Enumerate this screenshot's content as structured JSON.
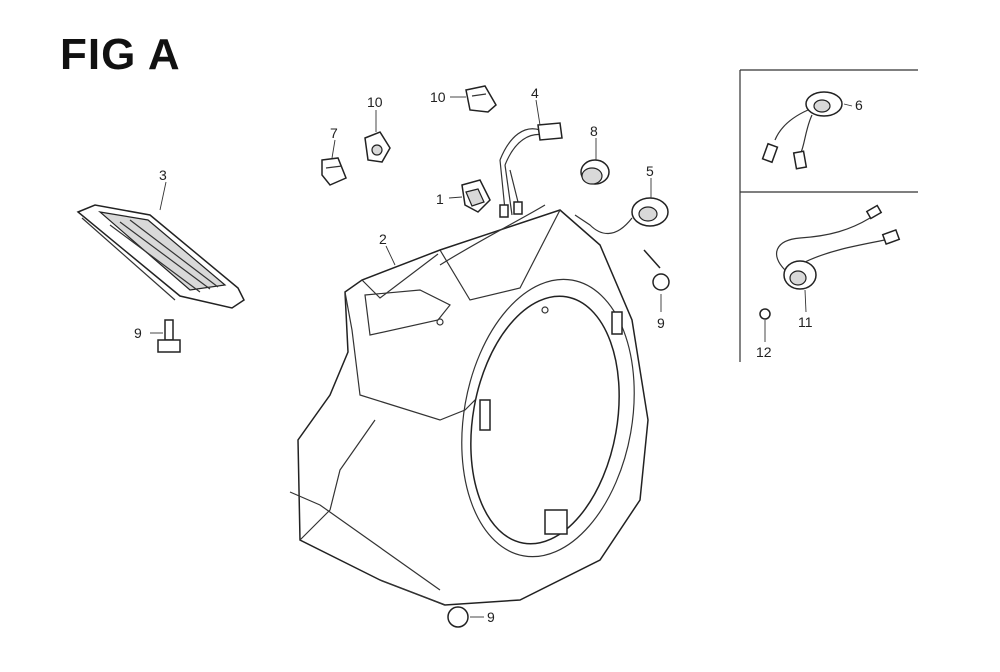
{
  "figure": {
    "title": "FIG A"
  },
  "callouts": [
    {
      "id": "c1",
      "label": "1"
    },
    {
      "id": "c2",
      "label": "2"
    },
    {
      "id": "c3",
      "label": "3"
    },
    {
      "id": "c4",
      "label": "4"
    },
    {
      "id": "c5",
      "label": "5"
    },
    {
      "id": "c6",
      "label": "6"
    },
    {
      "id": "c7",
      "label": "7"
    },
    {
      "id": "c8",
      "label": "8"
    },
    {
      "id": "c9a",
      "label": "9"
    },
    {
      "id": "c9b",
      "label": "9"
    },
    {
      "id": "c9c",
      "label": "9"
    },
    {
      "id": "c10a",
      "label": "10"
    },
    {
      "id": "c10b",
      "label": "10"
    },
    {
      "id": "c11",
      "label": "11"
    },
    {
      "id": "c12",
      "label": "12"
    }
  ]
}
